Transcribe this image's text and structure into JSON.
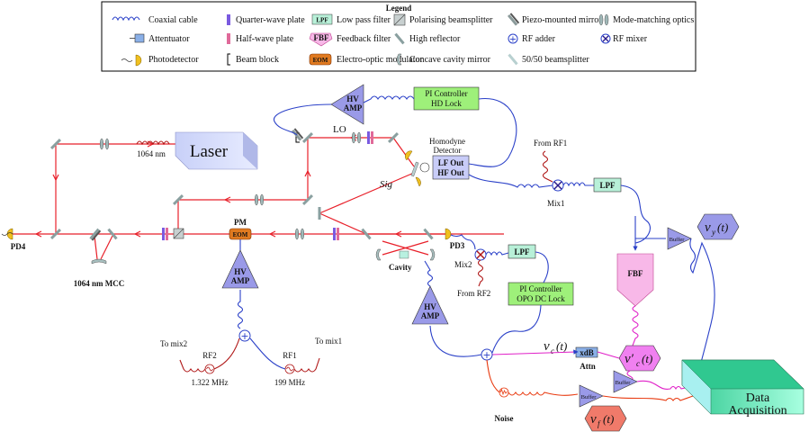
{
  "legend": {
    "title": "Legend",
    "items": {
      "coax": "Coaxial cable",
      "qwp": "Quarter-wave plate",
      "lpf": "Low pass filter",
      "pbs": "Polarising beamsplitter",
      "piezo": "Piezo-mounted mirror",
      "mmo": "Mode-matching optics",
      "atten": "Attentuator",
      "hwp": "Half-wave plate",
      "fbf": "Feedback filter",
      "hr": "High reflector",
      "adder": "RF adder",
      "mixer": "RF mixer",
      "pd": "Photodetector",
      "block": "Beam block",
      "eom": "Electro-optic modulator",
      "ccm": "Concave cavity mirror",
      "bs": "50/50 beamsplitter"
    },
    "icon_text": {
      "lpf": "LPF",
      "fbf": "FBF",
      "eom": "EOM"
    }
  },
  "components": {
    "laser": "Laser",
    "laser_wavelength": "1064 nm",
    "pi_hd_line1": "PI Controller",
    "pi_hd_line2": "HD Lock",
    "hv_amp_top_1": "HV",
    "hv_amp_top_2": "AMP",
    "lo": "LO",
    "homodyne_1": "Homodyne",
    "homodyne_2": "Detector",
    "lf_out": "LF Out",
    "hf_out": "HF Out",
    "sig": "Sig",
    "from_rf1": "From RF1",
    "mix1": "Mix1",
    "lpf1": "LPF",
    "pm": "PM",
    "eom": "EOM",
    "pd4": "PD4",
    "mcc": "1064 nm MCC",
    "pd3": "PD3",
    "cavity": "Cavity",
    "mix2": "Mix2",
    "from_rf2": "From RF2",
    "lpf2": "LPF",
    "pi_opo_1": "PI Controller",
    "pi_opo_2": "OPO DC Lock",
    "hv_amp_mid_1": "HV",
    "hv_amp_mid_2": "AMP",
    "hv_amp_cav_1": "HV",
    "hv_amp_cav_2": "AMP",
    "fbf": "FBF",
    "buffer1": "Buffer",
    "vy": "v_y(t)",
    "vy_main": "v",
    "vy_sub": "y",
    "vy_tail": "(t)",
    "vc_main": "v",
    "vc_sub": "c",
    "vc_tail": "(t)",
    "xdb": "xdB",
    "attn": "Attn",
    "vpc_main": "v′",
    "vpc_sub": "c",
    "vpc_tail": "(t)",
    "buffer2": "Buffer",
    "buffer3": "Buffer",
    "vf_main": "v",
    "vf_sub": "f",
    "vf_tail": "(t)",
    "noise": "Noise",
    "data_acq_1": "Data",
    "data_acq_2": "Acquisition",
    "to_mix2": "To mix2",
    "rf2": "RF2",
    "rf2_freq": "1.322 MHz",
    "rf1": "RF1",
    "rf1_freq": "199 MHz",
    "to_mix1": "To mix1"
  },
  "colors": {
    "laser_beam": "#e8202a",
    "coax_blue": "#2a40c8",
    "coax_red": "#b01818",
    "coax_magenta": "#e020c8",
    "coax_orange": "#e83a10",
    "pi_box": "#9ef07a",
    "hv_amp": "#9a9ae8",
    "lpf_box": "#b8f0d8",
    "fbf_box": "#f8b8e8",
    "eom": "#e07a20",
    "vc_hex": "#f080f0",
    "vy_hex": "#9a9ae8",
    "vf_hex": "#f07a6a",
    "data_acq": "#40d8a0"
  }
}
